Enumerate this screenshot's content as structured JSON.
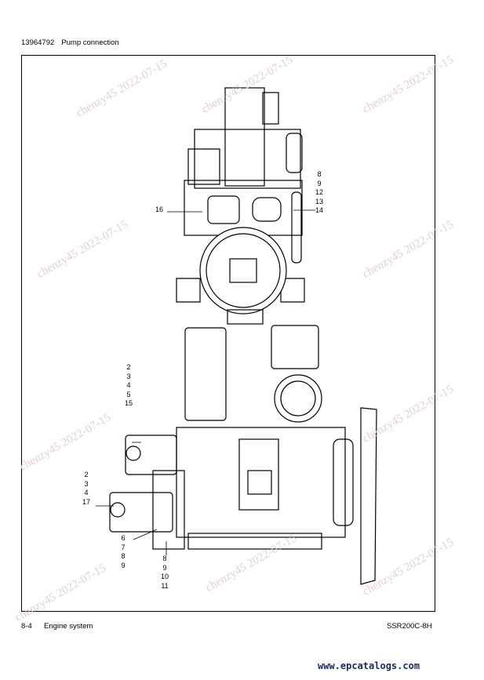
{
  "header": {
    "doc_number": "13964792",
    "title": "Pump connection"
  },
  "footer": {
    "page": "8-4",
    "section": "Engine system",
    "model": "SSR200C-8H"
  },
  "site": "www.epcatalogs.com",
  "watermark": "chenzy45 2022-07-15",
  "callouts": {
    "top_right": [
      "8",
      "9",
      "12",
      "13",
      "14"
    ],
    "top_left": [
      "16"
    ],
    "side_upper": [
      "2",
      "3",
      "4",
      "5",
      "15"
    ],
    "side_left": [
      "2",
      "3",
      "4",
      "17"
    ],
    "side_lower_a": [
      "6",
      "7",
      "8",
      "9"
    ],
    "side_lower_b": [
      "8",
      "9",
      "10",
      "11"
    ]
  }
}
